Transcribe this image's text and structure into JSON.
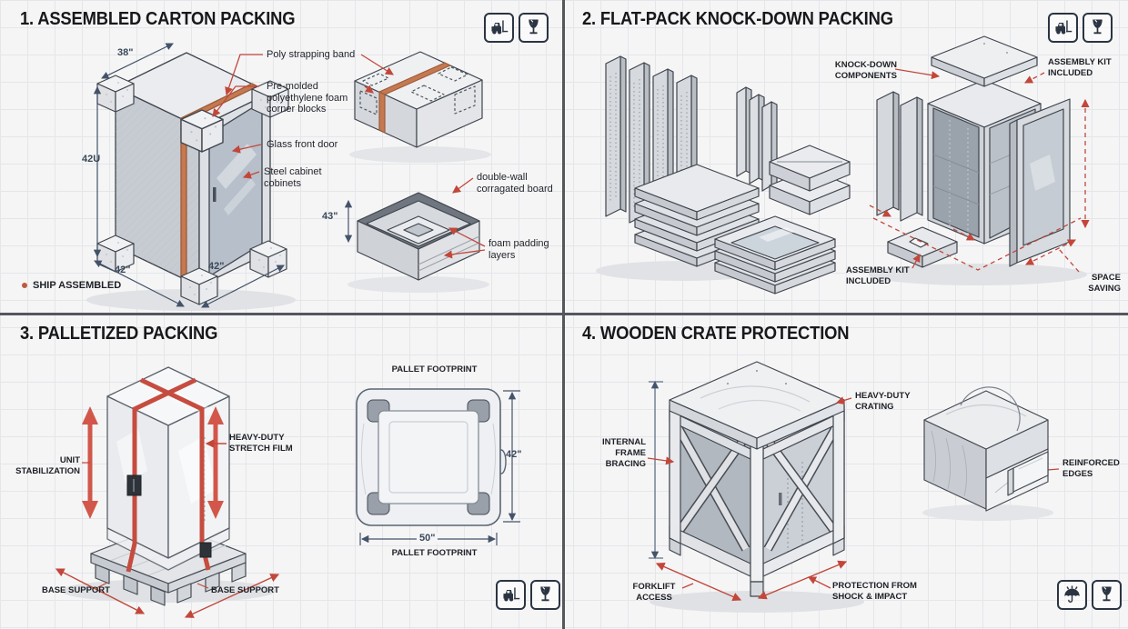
{
  "colors": {
    "background": "#f5f5f6",
    "grid_line": "#e4e6ea",
    "divider": "#54575d",
    "title_ink": "#17181b",
    "label_ink": "#1d2025",
    "leader_red": "#c2473a",
    "dimension_blue": "#44536a",
    "strap_orange": "#c57950",
    "pallet_strap_red": "#c64c3f",
    "icon_ink": "#2b3442"
  },
  "panels": [
    {
      "title": "1. ASSEMBLED CARTON PACKING",
      "badges": [
        "forklift-icon",
        "fragile-icon"
      ],
      "labels": {
        "poly_strap": "Poly strapping band",
        "corner_blocks": "Pre-molded polyethylene foam corner blocks",
        "glass_door": "Glass front door",
        "steel_cabinet": "Steel cabinet cobinets",
        "double_wall": "double-wall corragated board",
        "foam_padding": "foam padding layers"
      },
      "dimensions": {
        "top_width": "38\"",
        "height": "42U",
        "base_left": "42\"",
        "base_right": "42\"",
        "carton_height": "43\""
      },
      "note": "SHIP ASSEMBLED"
    },
    {
      "title": "2. FLAT-PACK KNOCK-DOWN PACKING",
      "badges": [
        "forklift-icon",
        "fragile-icon"
      ],
      "labels": {
        "knock_down": "KNOCK-DOWN COMPONENTS",
        "assembly_kit_top": "ASSEMBLY KIT INCLUDED",
        "assembly_kit_bottom": "ASSEMBLY KIT INCLUDED",
        "space_saving": "SPACE SAVING"
      }
    },
    {
      "title": "3. PALLETIZED PACKING",
      "badges": [
        "forklift-icon",
        "fragile-icon"
      ],
      "labels": {
        "unit_stabilization": "UNIT STABILIZATION",
        "stretch_film": "HEAVY-DUTY STRETCH FILM",
        "base_support_left": "BASE SUPPORT",
        "base_support_right": "BASE SUPPORT",
        "pallet_footprint_top": "PALLET FOOTPRINT",
        "pallet_footprint_bottom": "PALLET FOOTPRINT"
      },
      "dimensions": {
        "depth": "42\"",
        "width": "50\""
      }
    },
    {
      "title": "4. WOODEN CRATE PROTECTION",
      "badges": [
        "umbrella-icon",
        "fragile-icon"
      ],
      "labels": {
        "frame_bracing": "INTERNAL FRAME BRACING",
        "crating": "HEAVY-DUTY CRATING",
        "reinforced_edges": "REINFORCED EDGES",
        "forklift_access": "FORKLIFT ACCESS",
        "shock_protection": "PROTECTION FROM SHOCK & IMPACT"
      }
    }
  ]
}
